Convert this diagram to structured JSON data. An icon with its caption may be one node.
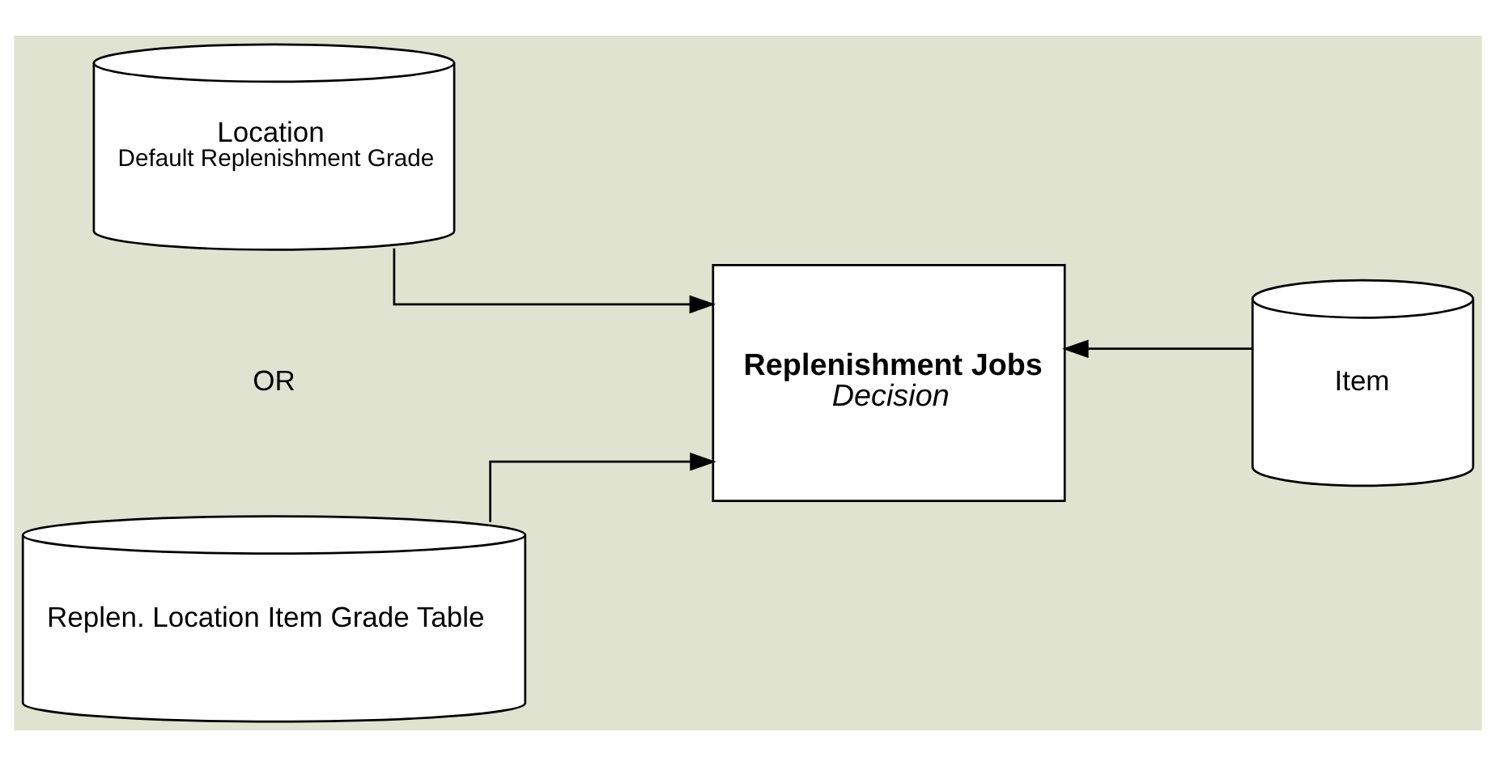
{
  "diagram": {
    "nodes": [
      {
        "text": [
          "Location",
          "Default Replenishment Grade"
        ]
      },
      {
        "text": [
          "Replen. Location Item Grade Table"
        ]
      },
      {
        "text": [
          "Replenishment Jobs",
          "Decision"
        ]
      },
      {
        "text": [
          "Item"
        ]
      }
    ],
    "edges": [
      {
        "from": 0,
        "to": 2,
        "arrow": "to"
      },
      {
        "from": 1,
        "to": 2,
        "arrow": "to"
      },
      {
        "from": 3,
        "to": 2,
        "arrow": "to"
      }
    ],
    "labels": [
      "OR"
    ]
  }
}
